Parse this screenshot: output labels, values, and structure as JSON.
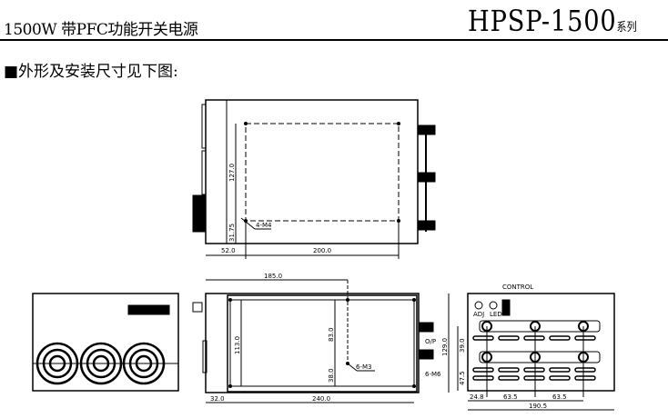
{
  "header": {
    "title": "1500W 带PFC功能开关电源",
    "model": "HPSP-1500",
    "series_suffix": "系列"
  },
  "section": {
    "title": "■外形及安装尺寸见下图:"
  },
  "top_view": {
    "dim_height": "127.0",
    "dim_offset": "31.75",
    "dim_left": "52.0",
    "dim_width": "200.0",
    "holes": "4-M4"
  },
  "side_view": {
    "dim_top": "185.0",
    "dim_113": "113.0",
    "dim_83": "83.0",
    "dim_38": "38.0",
    "dim_left": "32.0",
    "dim_width": "240.0",
    "holes": "6-M3",
    "output_label": "O/P",
    "terminal_label": "6-M6",
    "dim_height": "129.0"
  },
  "end_view": {
    "control_label": "CONTROL",
    "adj_label": "ADJ",
    "led_label": "LED",
    "dim_39": "39.0",
    "dim_47": "47.5",
    "dim_248": "24.8",
    "dim_635a": "63.5",
    "dim_635b": "63.5",
    "dim_total": "190.5"
  }
}
